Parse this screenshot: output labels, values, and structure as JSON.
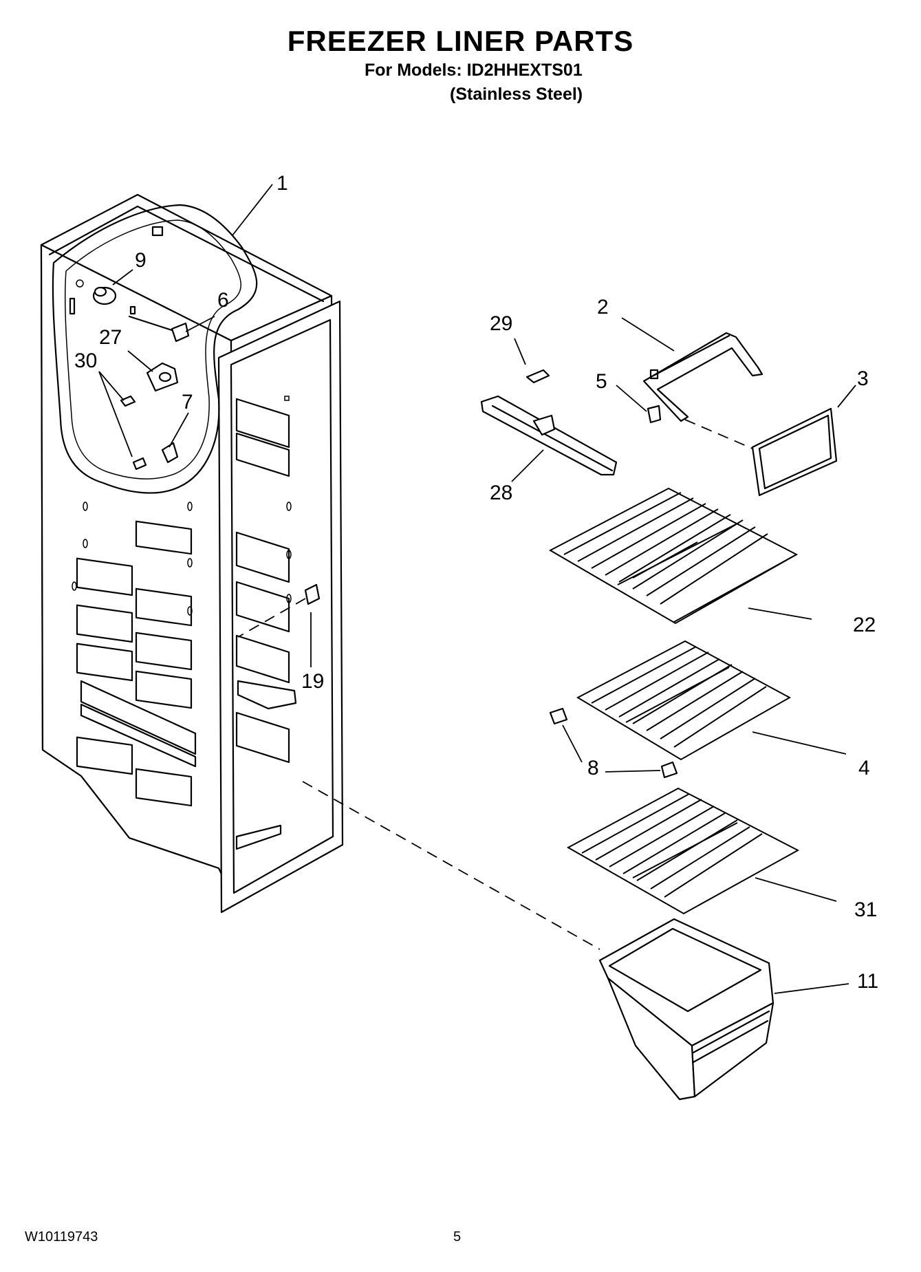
{
  "header": {
    "title": "FREEZER LINER PARTS",
    "models": "For Models: ID2HHEXTS01",
    "variant": "(Stainless Steel)"
  },
  "callouts": {
    "c1": "1",
    "c2": "2",
    "c3": "3",
    "c4": "4",
    "c5": "5",
    "c6": "6",
    "c7": "7",
    "c8": "8",
    "c9": "9",
    "c11": "11",
    "c19": "19",
    "c22": "22",
    "c27": "27",
    "c28": "28",
    "c29": "29",
    "c30": "30",
    "c31": "31"
  },
  "footer": {
    "doc_number": "W10119743",
    "page": "5"
  }
}
